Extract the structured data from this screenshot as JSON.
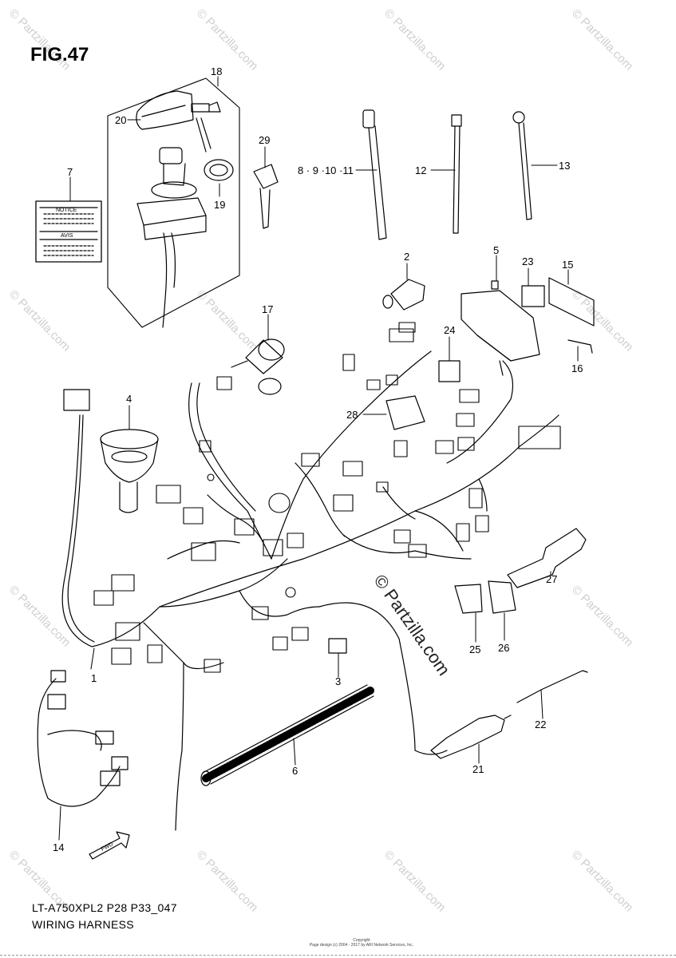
{
  "figure": {
    "title": "FIG.47",
    "model_code": "LT-A750XPL2 P28 P33_047",
    "caption": "WIRING HARNESS",
    "copyright_1": "Copyright",
    "copyright_2": "Page design (c) 2004 - 2017 by ARI Network Services, Inc."
  },
  "watermark": {
    "text": "© Partzilla.com",
    "center_text": "© Partzilla.com"
  },
  "callouts": [
    {
      "label": "1"
    },
    {
      "label": "2"
    },
    {
      "label": "3"
    },
    {
      "label": "4"
    },
    {
      "label": "5"
    },
    {
      "label": "6"
    },
    {
      "label": "7"
    },
    {
      "label": "8 · 9 ·10 ·11"
    },
    {
      "label": "12"
    },
    {
      "label": "13"
    },
    {
      "label": "14"
    },
    {
      "label": "15"
    },
    {
      "label": "16"
    },
    {
      "label": "17"
    },
    {
      "label": "18"
    },
    {
      "label": "19"
    },
    {
      "label": "20"
    },
    {
      "label": "21"
    },
    {
      "label": "22"
    },
    {
      "label": "23"
    },
    {
      "label": "24"
    },
    {
      "label": "25"
    },
    {
      "label": "26"
    },
    {
      "label": "27"
    },
    {
      "label": "28"
    },
    {
      "label": "29"
    }
  ],
  "label_card": {
    "notice": "NOTICE",
    "avis": "AVIS"
  },
  "fwd_arrow": "FWD"
}
